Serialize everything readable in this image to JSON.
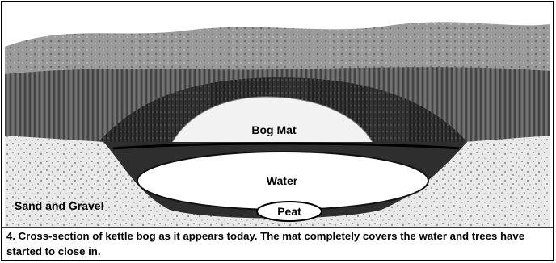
{
  "diagram": {
    "labels": {
      "bog_mat": "Bog Mat",
      "water": "Water",
      "sand_gravel": "Sand and Gravel",
      "peat": "Peat"
    },
    "caption": "4. Cross-section of kettle bog as it appears today.  The mat completely covers the water and trees have started to close in."
  }
}
